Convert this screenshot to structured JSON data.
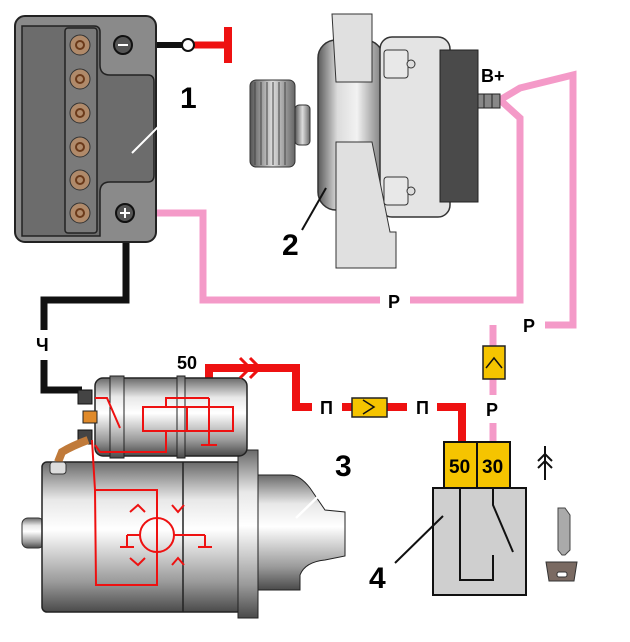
{
  "diagram": {
    "title": "Starter circuit wiring diagram",
    "components": [
      {
        "id": "battery",
        "number": "1",
        "name": "Battery",
        "terminals": {
          "negative": "−",
          "positive": "+"
        }
      },
      {
        "id": "alternator",
        "number": "2",
        "name": "Alternator",
        "terminal": "B+"
      },
      {
        "id": "starter",
        "number": "3",
        "name": "Starter motor",
        "terminal": "50"
      },
      {
        "id": "ignition_switch",
        "number": "4",
        "name": "Ignition switch",
        "terminals": [
          "50",
          "30"
        ]
      }
    ],
    "wire_labels": {
      "battery_to_starter": "Ч",
      "battery_to_alternator": "Р",
      "alternator_to_switch": "Р",
      "switch_30": "Р",
      "starter_50_a": "П",
      "starter_50_b": "П"
    },
    "colors": {
      "red_wire": "#ee1111",
      "pink_wire": "#f49ac8",
      "black_wire": "#111111",
      "connector_fill": "#f5c400",
      "battery_body": "#8a8a8a",
      "switch_body": "#cfcfcf",
      "copper": "#c07a3a"
    }
  }
}
